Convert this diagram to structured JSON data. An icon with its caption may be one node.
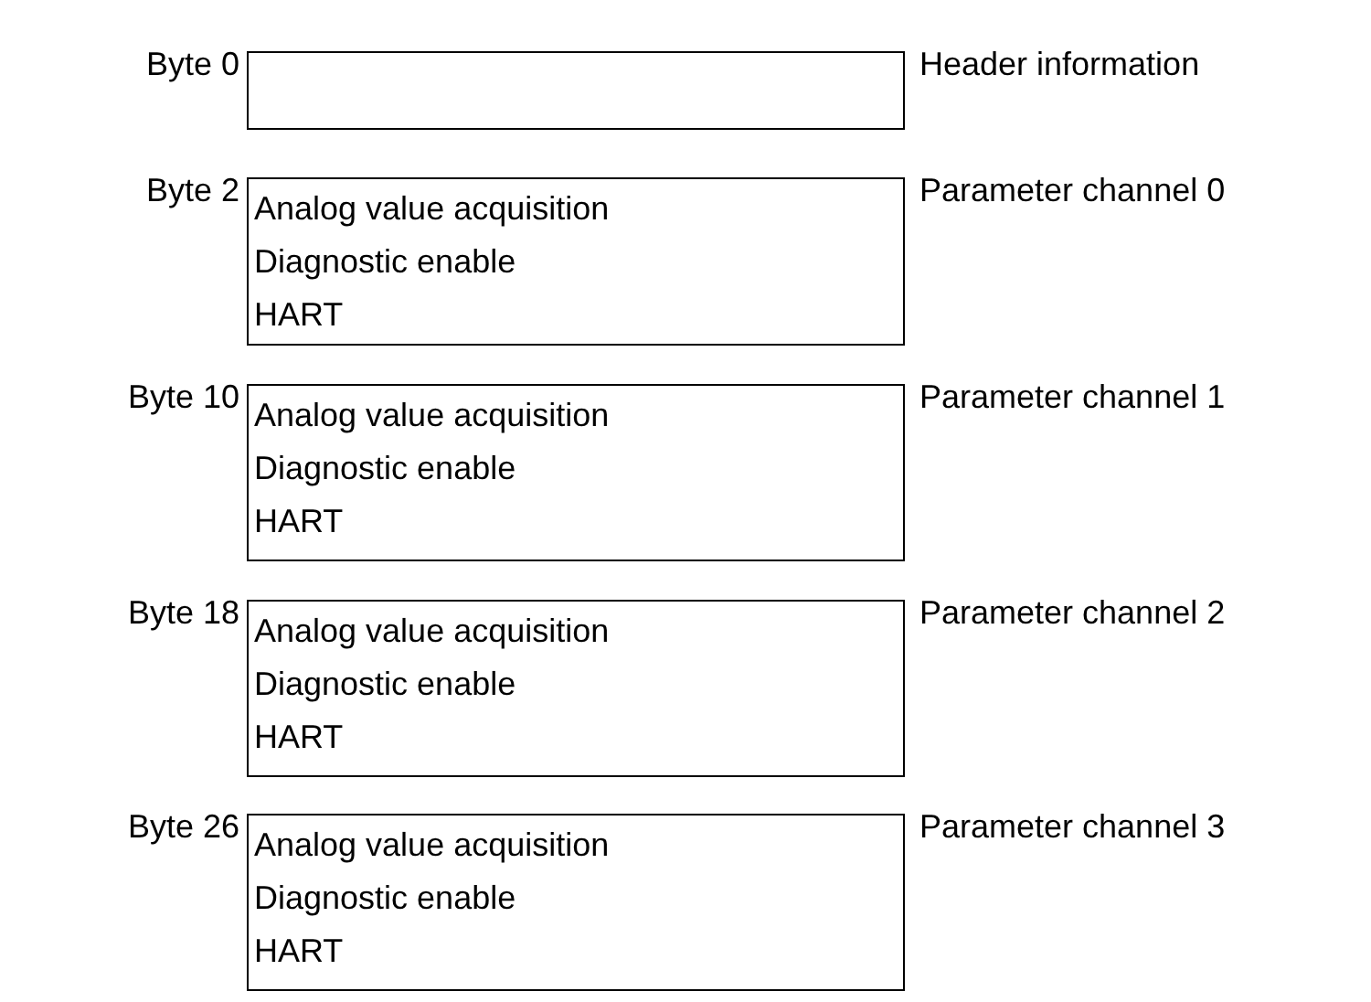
{
  "diagram": {
    "nodes": [
      {
        "text": [],
        "shape": "box",
        "beside": [
          "Byte 0",
          "Header information"
        ]
      },
      {
        "text": [
          "Analog value acquisition",
          "Diagnostic enable",
          "HART"
        ],
        "beside": [
          "Byte 2",
          "Parameter channel 0"
        ]
      },
      {
        "text": [
          "Analog value acquisition",
          "Diagnostic enable",
          "HART"
        ],
        "beside": [
          "Byte 10",
          "Parameter channel 1"
        ]
      },
      {
        "text": [
          "Analog value acquisition",
          "Diagnostic enable",
          "HART"
        ],
        "beside": [
          "Byte 18",
          "Parameter channel 2"
        ]
      },
      {
        "text": [
          "Analog value acquisition",
          "Diagnostic enable",
          "HART"
        ],
        "beside": [
          "Byte 26",
          "Parameter channel 3"
        ]
      }
    ]
  }
}
